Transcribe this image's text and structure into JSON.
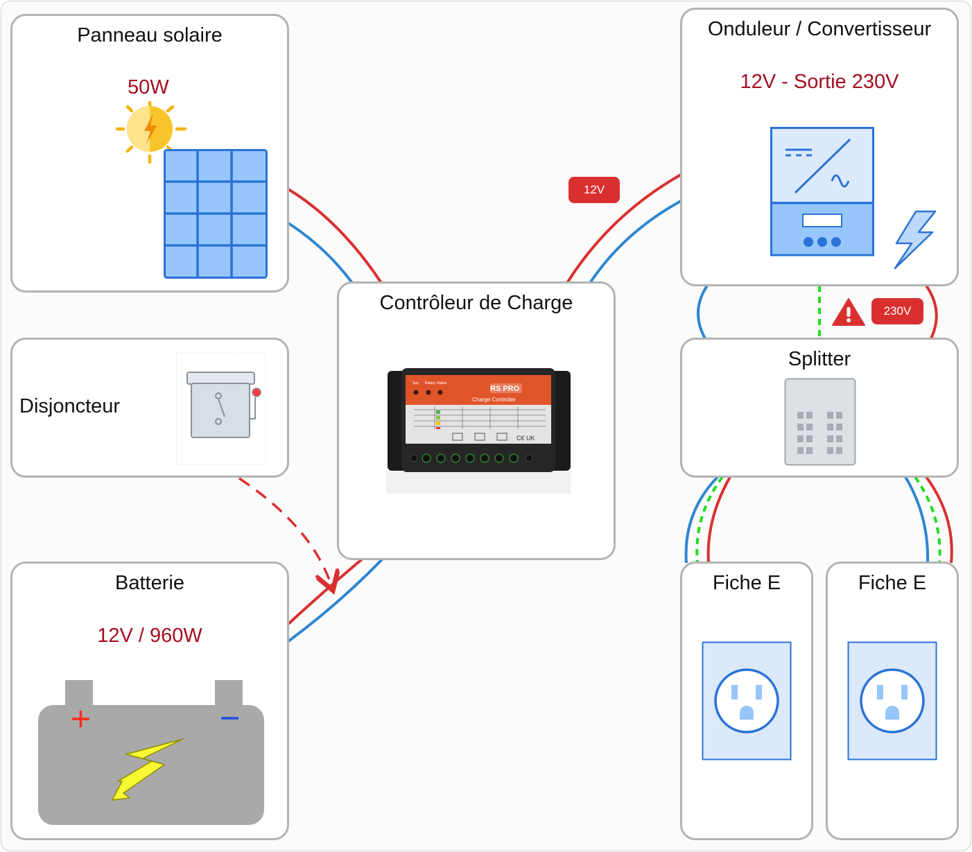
{
  "nodes": {
    "solar": {
      "title": "Panneau solaire",
      "power": "50W"
    },
    "controller": {
      "title": "Contrôleur de Charge"
    },
    "breaker": {
      "title": "Disjoncteur"
    },
    "battery": {
      "title": "Batterie",
      "spec": "12V / 960W"
    },
    "inverter": {
      "title": "Onduleur / Convertisseur",
      "spec": "12V - Sortie 230V"
    },
    "splitter": {
      "title": "Splitter"
    },
    "outlet_1": {
      "title": "Fiche E"
    },
    "outlet_2": {
      "title": "Fiche E"
    }
  },
  "labels": {
    "dc_voltage": "12V",
    "ac_voltage": "230V"
  },
  "controller_device": {
    "brand": "RS PRO",
    "name": "Charge Controller",
    "indicators": [
      "Sun",
      "Battery Status"
    ]
  },
  "colors": {
    "positive_wire": "#d9302f",
    "negative_wire": "#2f86d0",
    "earth_wire": "#22dd22",
    "value_text": "#a50e1f",
    "node_border": "#b3b3b3"
  },
  "icons": {
    "solar": "solar-panel-icon",
    "sun": "sun-icon",
    "breaker": "breaker-switch-icon",
    "battery": "battery-icon",
    "inverter": "inverter-icon",
    "lightning": "lightning-icon",
    "splitter": "power-strip-icon",
    "outlet": "wall-outlet-icon",
    "warning": "warning-icon"
  }
}
